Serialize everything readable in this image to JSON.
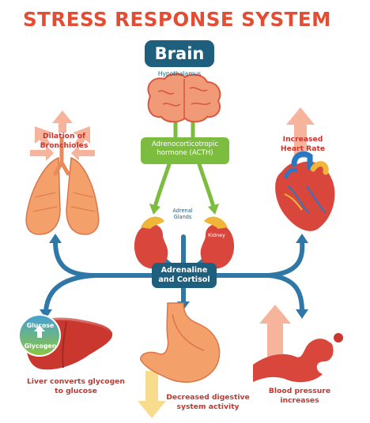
{
  "title": "STRESS RESPONSE SYSTEM",
  "brain_label": "Brain",
  "hypothalamus_label": "Hypothalamus",
  "acth_label": "Adrenocorticotropic hormone (ACTH)",
  "adrenal_glands_label": "Adrenal Glands",
  "kidney_label": "Kidney",
  "adrenaline_label": "Adrenaline and Cortisol",
  "effects": {
    "bronchioles": "Dilation of Bronchioles",
    "heart_rate": "Increased Heart Rate",
    "liver": "Liver converts glycogen to glucose",
    "digestive": "Decreased digestive system activity",
    "blood_pressure": "Blood pressure increases"
  },
  "glucose_label": "Glucose",
  "glycogen_label": "Glycogen",
  "colors": {
    "title": "#e24d34",
    "blue_box": "#1f5f7e",
    "green": "#7cbd3f",
    "pathway": "#2f77a6",
    "red_text": "#c8352c",
    "peach_arrow": "#f6b49c",
    "yellow_arrow": "#f7dc8e",
    "organ_orange": "#f4a06a",
    "organ_red": "#d9463c"
  }
}
